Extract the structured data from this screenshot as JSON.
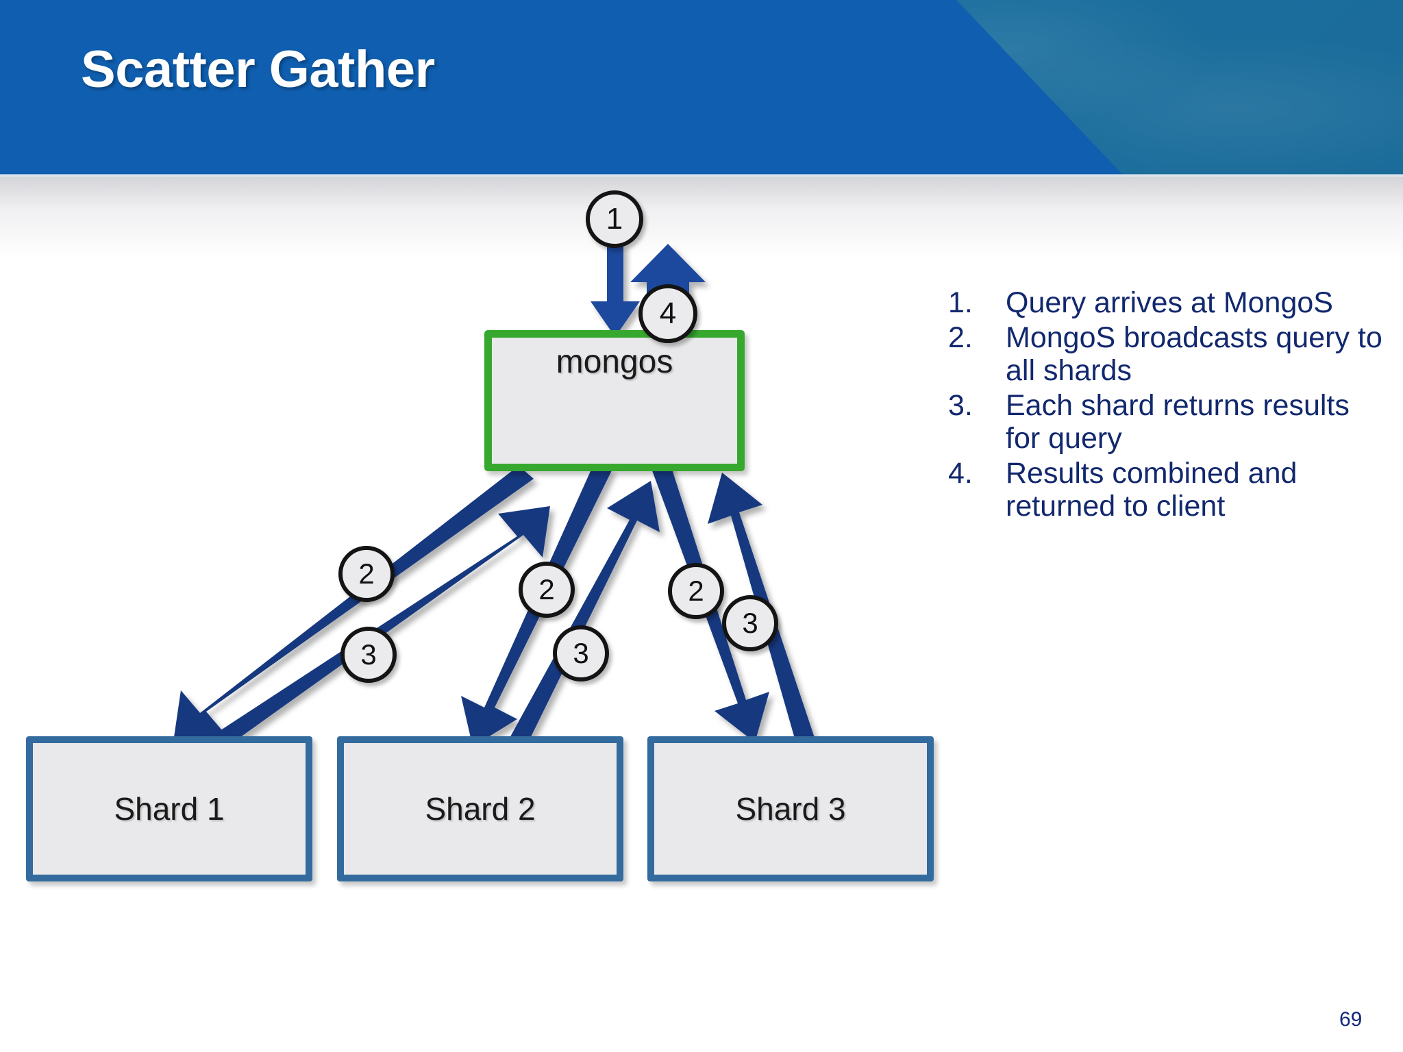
{
  "slide": {
    "title": "Scatter Gather",
    "page_number": "69"
  },
  "theme": {
    "header_blue": "#0f5eaf",
    "header_teal": "#1a6e9e",
    "mongos_border_green": "#36a82e",
    "shard_border_blue": "#336b9e",
    "node_fill_gray": "#e9e9eb",
    "arrow_navy": "#18387f",
    "arrow_blue": "#1b4a9e",
    "list_text_navy": "#12286e",
    "circle_fill": "#ebebed",
    "circle_stroke": "#141414"
  },
  "diagram": {
    "mongos": {
      "label": "mongos"
    },
    "shards": [
      {
        "label": "Shard 1"
      },
      {
        "label": "Shard 2"
      },
      {
        "label": "Shard 3"
      }
    ],
    "step_markers": [
      {
        "name": "marker-1-client-to-mongos",
        "label": "1"
      },
      {
        "name": "marker-4-mongos-to-client",
        "label": "4"
      },
      {
        "name": "marker-2-shard1",
        "label": "2"
      },
      {
        "name": "marker-3-shard1",
        "label": "3"
      },
      {
        "name": "marker-2-shard2",
        "label": "2"
      },
      {
        "name": "marker-3-shard2",
        "label": "3"
      },
      {
        "name": "marker-2-shard3",
        "label": "2"
      },
      {
        "name": "marker-3-shard3",
        "label": "3"
      }
    ]
  },
  "steps": [
    {
      "num": "1.",
      "text": "Query arrives at MongoS"
    },
    {
      "num": "2.",
      "text": "MongoS broadcasts query to all shards"
    },
    {
      "num": "3.",
      "text": "Each shard returns results for query"
    },
    {
      "num": "4.",
      "text": "Results combined and returned to client"
    }
  ]
}
